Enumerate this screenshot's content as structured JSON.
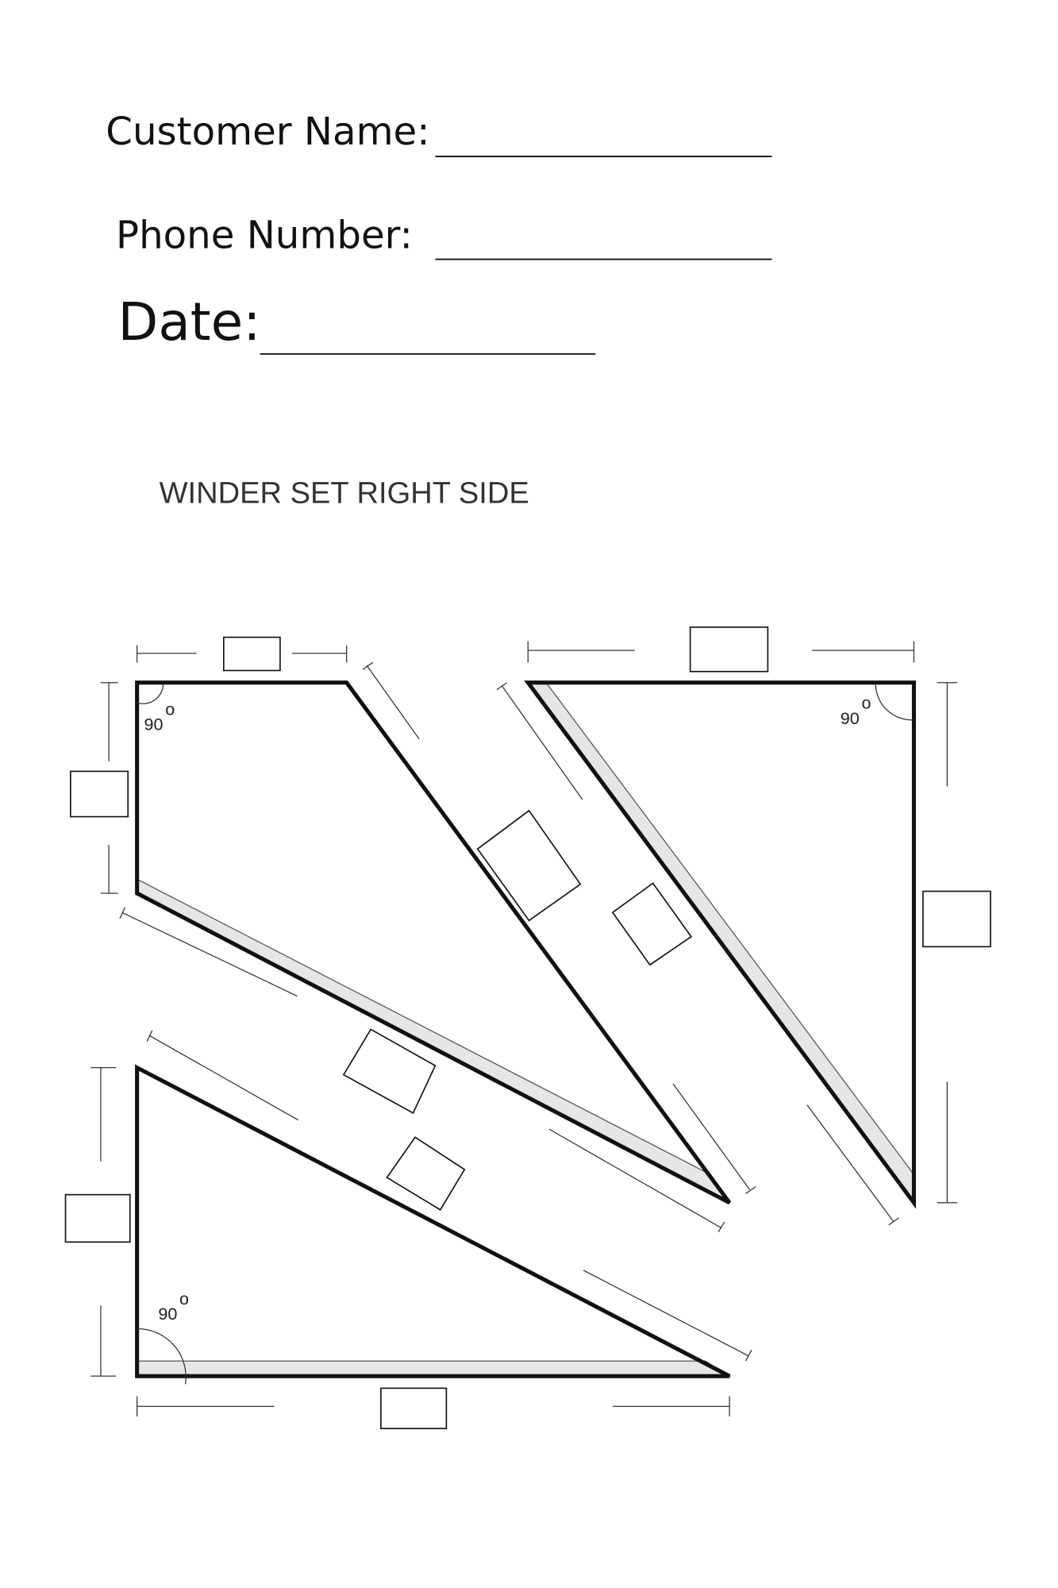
{
  "form": {
    "customer_name_label": "Customer Name:",
    "phone_number_label": "Phone Number:",
    "date_label": "Date:"
  },
  "diagram": {
    "title": "WINDER SET RIGHT SIDE",
    "angle_label": "90",
    "degree_symbol": "o"
  }
}
